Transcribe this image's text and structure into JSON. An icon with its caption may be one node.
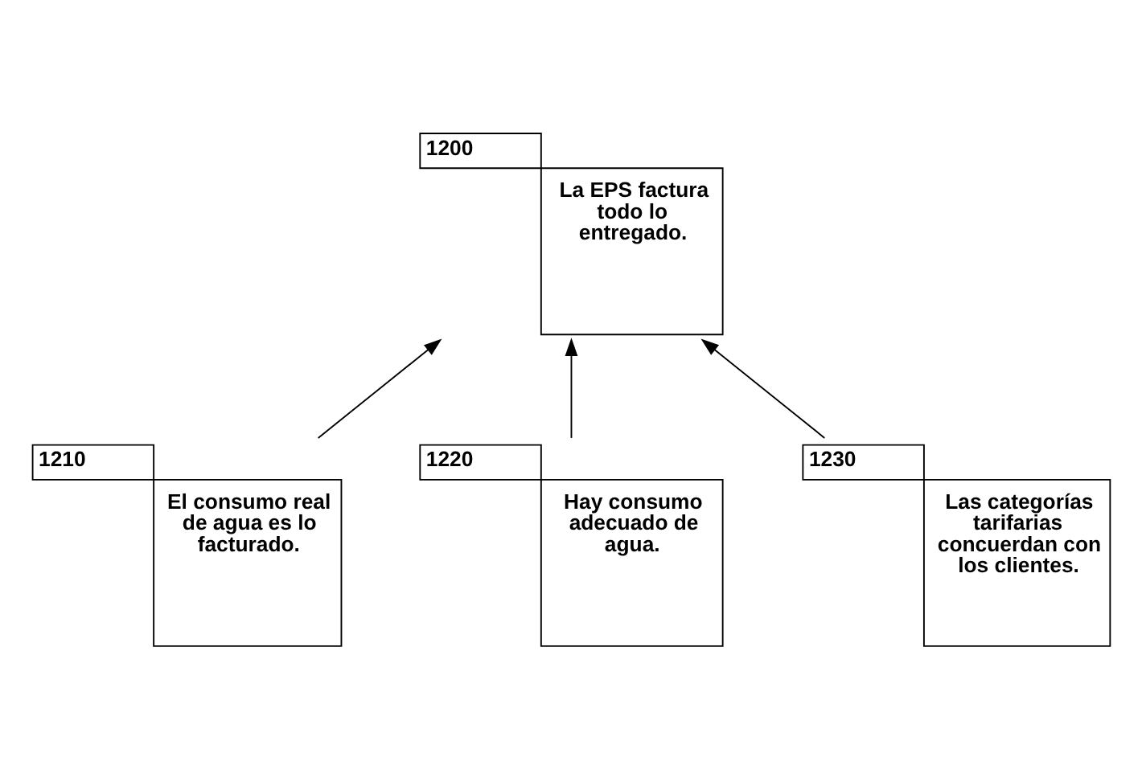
{
  "diagram": {
    "nodes": [
      {
        "text": [
          "1200",
          "La EPS factura todo lo entregado."
        ]
      },
      {
        "text": [
          "1210",
          "El consumo real de agua es lo facturado."
        ]
      },
      {
        "text": [
          "1220",
          "Hay consumo adecuado de agua."
        ]
      },
      {
        "text": [
          "1230",
          "Las categorías tarifarias concuerdan con los clientes."
        ]
      }
    ],
    "edges": [
      {
        "from": 1,
        "to": 0,
        "arrow": "to"
      },
      {
        "from": 2,
        "to": 0,
        "arrow": "to"
      },
      {
        "from": 3,
        "to": 0,
        "arrow": "to"
      }
    ]
  }
}
